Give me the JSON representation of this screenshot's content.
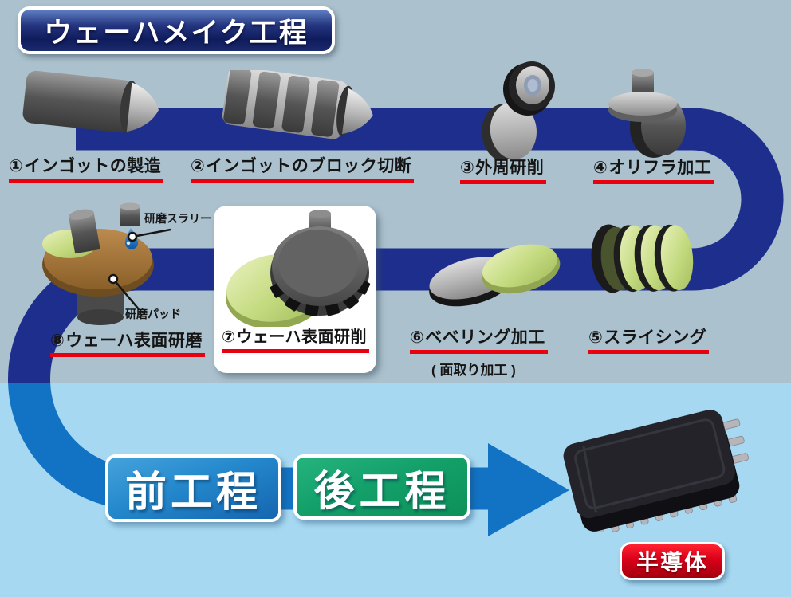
{
  "title": "ウェーハメイク工程",
  "steps": [
    {
      "number": "①",
      "label": "インゴットの製造"
    },
    {
      "number": "②",
      "label": "インゴットのブロック切断"
    },
    {
      "number": "③",
      "label": "外周研削"
    },
    {
      "number": "④",
      "label": "オリフラ加工"
    },
    {
      "number": "⑤",
      "label": "スライシング"
    },
    {
      "number": "⑥",
      "label": "ベベリング加工",
      "sublabel": "( 面取り加工 )"
    },
    {
      "number": "⑦",
      "label": "ウェーハ表面研削",
      "highlighted": true
    },
    {
      "number": "⑧",
      "label": "ウェーハ表面研磨"
    }
  ],
  "annotations": {
    "slurry": "研磨スラリー",
    "pad": "研磨パッド"
  },
  "flow": {
    "front_label": "前工程",
    "back_label": "後工程",
    "result_label": "半導体"
  },
  "colors": {
    "bg-top": "#abc1cd",
    "bg-bottom": "#a6d8f1",
    "ribbon-navy": "#1e2e8d",
    "ribbon-blue": "#1273c4",
    "red": "#e8000f",
    "front-box-blue": "#2488cc",
    "back-box-green": "#14a06a",
    "badge-red": "#d80019",
    "wafer-green": "#c3da7e",
    "pad-brown": "#a8763a"
  }
}
